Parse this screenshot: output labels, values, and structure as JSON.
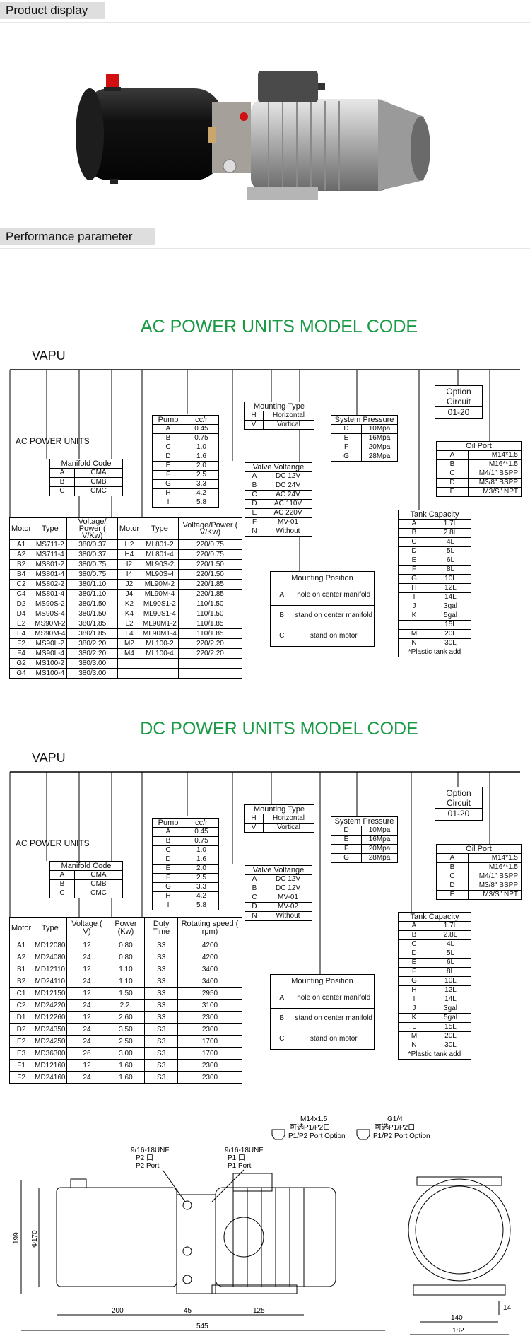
{
  "sections": {
    "product_display": "Product display",
    "performance": "Performance parameter"
  },
  "ac": {
    "title": "AC POWER UNITS MODEL CODE",
    "vapu": "VAPU",
    "units_label": "AC POWER UNITS",
    "option": {
      "title1": "Option",
      "title2": "Circuit",
      "value": "01-20"
    },
    "manifold": {
      "header": "Manifold Code",
      "rows": [
        [
          "A",
          "CMA"
        ],
        [
          "B",
          "CMB"
        ],
        [
          "C",
          "CMC"
        ]
      ]
    },
    "pump": {
      "headers": [
        "Pump",
        "cc/r"
      ],
      "rows": [
        [
          "A",
          "0.45"
        ],
        [
          "B",
          "0.75"
        ],
        [
          "C",
          "1.0"
        ],
        [
          "D",
          "1.6"
        ],
        [
          "E",
          "2.0"
        ],
        [
          "F",
          "2.5"
        ],
        [
          "G",
          "3.3"
        ],
        [
          "H",
          "4.2"
        ],
        [
          "I",
          "5.8"
        ]
      ]
    },
    "mounting_type": {
      "header": "Mounting Type",
      "rows": [
        [
          "H",
          "Horizontal"
        ],
        [
          "V",
          "Vortical"
        ]
      ]
    },
    "valve_voltage": {
      "header": "Valve Voltange",
      "rows": [
        [
          "A",
          "DC 12V"
        ],
        [
          "B",
          "DC 24V"
        ],
        [
          "C",
          "AC 24V"
        ],
        [
          "D",
          "AC 110V"
        ],
        [
          "E",
          "AC 220V"
        ],
        [
          "F",
          "MV-01"
        ],
        [
          "N",
          "Without"
        ]
      ]
    },
    "system_pressure": {
      "header": "System Pressure",
      "rows": [
        [
          "D",
          "10Mpa"
        ],
        [
          "E",
          "16Mpa"
        ],
        [
          "F",
          "20Mpa"
        ],
        [
          "G",
          "28Mpa"
        ]
      ]
    },
    "oil_port": {
      "header": "Oil Port",
      "rows": [
        [
          "A",
          "M14*1.5"
        ],
        [
          "B",
          "M16**1.5"
        ],
        [
          "C",
          "M4/1\" BSPP"
        ],
        [
          "D",
          "M3/8\" BSPP"
        ],
        [
          "E",
          "M3/S\" NPT"
        ]
      ]
    },
    "tank": {
      "header": "Tank Capacity",
      "rows": [
        [
          "A",
          "1.7L"
        ],
        [
          "B",
          "2.8L"
        ],
        [
          "C",
          "4L"
        ],
        [
          "D",
          "5L"
        ],
        [
          "E",
          "6L"
        ],
        [
          "F",
          "8L"
        ],
        [
          "G",
          "10L"
        ],
        [
          "H",
          "12L"
        ],
        [
          "I",
          "14L"
        ],
        [
          "J",
          "3gal"
        ],
        [
          "K",
          "5gal"
        ],
        [
          "L",
          "15L"
        ],
        [
          "M",
          "20L"
        ],
        [
          "N",
          "30L"
        ]
      ],
      "note": "*Plastic tank add"
    },
    "mounting_position": {
      "header": "Mounting Position",
      "rows": [
        [
          "A",
          "hole on center manifold"
        ],
        [
          "B",
          "stand on center manifold"
        ],
        [
          "C",
          "stand on motor"
        ]
      ]
    },
    "motor": {
      "headers": [
        "Motor",
        "Type",
        "Voltage/ Power ( V/Kw)",
        "Motor",
        "Type",
        "Voltage/Power ( V/Kw)"
      ],
      "rows": [
        [
          "A1",
          "MS711-2",
          "380/0.37",
          "H2",
          "ML801-2",
          "220/0.75"
        ],
        [
          "A2",
          "MS711-4",
          "380/0.37",
          "H4",
          "ML801-4",
          "220/0.75"
        ],
        [
          "B2",
          "MS801-2",
          "380/0.75",
          "I2",
          "ML90S-2",
          "220/1.50"
        ],
        [
          "B4",
          "MS801-4",
          "380/0.75",
          "I4",
          "ML90S-4",
          "220/1.50"
        ],
        [
          "C2",
          "MS802-2",
          "380/1.10",
          "J2",
          "ML90M-2",
          "220/1.85"
        ],
        [
          "C4",
          "MS801-4",
          "380/1.10",
          "J4",
          "ML90M-4",
          "220/1.85"
        ],
        [
          "D2",
          "MS90S-2",
          "380/1.50",
          "K2",
          "ML90S1-2",
          "110/1.50"
        ],
        [
          "D4",
          "MS90S-4",
          "380/1.50",
          "K4",
          "ML90S1-4",
          "110/1.50"
        ],
        [
          "E2",
          "MS90M-2",
          "380/1.85",
          "L2",
          "ML90M1-2",
          "110/1.85"
        ],
        [
          "E4",
          "MS90M-4",
          "380/1.85",
          "L4",
          "ML90M1-4",
          "110/1.85"
        ],
        [
          "F2",
          "MS90L-2",
          "380/2.20",
          "M2",
          "ML100-2",
          "220/2.20"
        ],
        [
          "F4",
          "MS90L-4",
          "380/2.20",
          "M4",
          "ML100-4",
          "220/2.20"
        ],
        [
          "G2",
          "MS100-2",
          "380/3.00",
          "",
          "",
          ""
        ],
        [
          "G4",
          "MS100-4",
          "380/3.00",
          "",
          "",
          ""
        ]
      ]
    }
  },
  "dc": {
    "title": "DC POWER UNITS MODEL CODE",
    "vapu": "VAPU",
    "units_label": "AC POWER UNITS",
    "option": {
      "title1": "Option",
      "title2": "Circuit",
      "value": "01-20"
    },
    "manifold": {
      "header": "Manifold Code",
      "rows": [
        [
          "A",
          "CMA"
        ],
        [
          "B",
          "CMB"
        ],
        [
          "C",
          "CMC"
        ]
      ]
    },
    "pump": {
      "headers": [
        "Pump",
        "cc/r"
      ],
      "rows": [
        [
          "A",
          "0.45"
        ],
        [
          "B",
          "0.75"
        ],
        [
          "C",
          "1.0"
        ],
        [
          "D",
          "1.6"
        ],
        [
          "E",
          "2.0"
        ],
        [
          "F",
          "2.5"
        ],
        [
          "G",
          "3.3"
        ],
        [
          "H",
          "4.2"
        ],
        [
          "I",
          "5.8"
        ]
      ]
    },
    "mounting_type": {
      "header": "Mounting Type",
      "rows": [
        [
          "H",
          "Horizontal"
        ],
        [
          "V",
          "Vortical"
        ]
      ]
    },
    "valve_voltage": {
      "header": "Valve Voltange",
      "rows": [
        [
          "A",
          "DC 12V"
        ],
        [
          "B",
          "DC 12V"
        ],
        [
          "C",
          "MV-01"
        ],
        [
          "D",
          "MV-02"
        ],
        [
          "N",
          "Without"
        ]
      ]
    },
    "system_pressure": {
      "header": "System Pressure",
      "rows": [
        [
          "D",
          "10Mpa"
        ],
        [
          "E",
          "16Mpa"
        ],
        [
          "F",
          "20Mpa"
        ],
        [
          "G",
          "28Mpa"
        ]
      ]
    },
    "oil_port": {
      "header": "Oil Port",
      "rows": [
        [
          "A",
          "M14*1.5"
        ],
        [
          "B",
          "M16**1.5"
        ],
        [
          "C",
          "M4/1\" BSPP"
        ],
        [
          "D",
          "M3/8\" BSPP"
        ],
        [
          "E",
          "M3/S\" NPT"
        ]
      ]
    },
    "tank": {
      "header": "Tank Capacity",
      "rows": [
        [
          "A",
          "1.7L"
        ],
        [
          "B",
          "2.8L"
        ],
        [
          "C",
          "4L"
        ],
        [
          "D",
          "5L"
        ],
        [
          "E",
          "6L"
        ],
        [
          "F",
          "8L"
        ],
        [
          "G",
          "10L"
        ],
        [
          "H",
          "12L"
        ],
        [
          "I",
          "14L"
        ],
        [
          "J",
          "3gal"
        ],
        [
          "K",
          "5gal"
        ],
        [
          "L",
          "15L"
        ],
        [
          "M",
          "20L"
        ],
        [
          "N",
          "30L"
        ]
      ],
      "note": "*Plastic tank add"
    },
    "mounting_position": {
      "header": "Mounting Position",
      "rows": [
        [
          "A",
          "hole on center manifold"
        ],
        [
          "B",
          "stand on center manifold"
        ],
        [
          "C",
          "stand on motor"
        ]
      ]
    },
    "motor": {
      "headers": [
        "Motor",
        "Type",
        "Voltage ( V)",
        "Power (Kw)",
        "Duty Time",
        "Rotating speed ( rpm)"
      ],
      "rows": [
        [
          "A1",
          "MD12080",
          "12",
          "0.80",
          "S3",
          "4200"
        ],
        [
          "A2",
          "MD24080",
          "24",
          "0.80",
          "S3",
          "4200"
        ],
        [
          "B1",
          "MD12110",
          "12",
          "1.10",
          "S3",
          "3400"
        ],
        [
          "B2",
          "MD24110",
          "24",
          "1.10",
          "S3",
          "3400"
        ],
        [
          "C1",
          "MD12150",
          "12",
          "1.50",
          "S3",
          "2950"
        ],
        [
          "C2",
          "MD24220",
          "24",
          "2.2.",
          "S3",
          "3100"
        ],
        [
          "D1",
          "MD12260",
          "12",
          "2.60",
          "S3",
          "2300"
        ],
        [
          "D2",
          "MD24350",
          "24",
          "3.50",
          "S3",
          "2300"
        ],
        [
          "E2",
          "MD24250",
          "24",
          "2.50",
          "S3",
          "1700"
        ],
        [
          "E3",
          "MD36300",
          "26",
          "3.00",
          "S3",
          "1700"
        ],
        [
          "F1",
          "MD12160",
          "12",
          "1.60",
          "S3",
          "2300"
        ],
        [
          "F2",
          "MD24160",
          "24",
          "1.60",
          "S3",
          "2300"
        ]
      ]
    }
  },
  "drawing": {
    "port_a_thread": "M14x1.5",
    "port_a_cn": "可选P1/P2口",
    "port_a_opt": "P1/P2 Port Option",
    "port_b_thread": "G1/4",
    "port_b_cn": "可选P1/P2口",
    "port_b_opt": "P1/P2 Port Option",
    "p2_thread": "9/16-18UNF",
    "p2_cn": "P2 口",
    "p2_label": "P2 Port",
    "p1_thread": "9/16-18UNF",
    "p1_cn": "P1 口",
    "p1_label": "P1 Port",
    "dim_199": "199",
    "dim_170": "Φ170",
    "dim_200": "200",
    "dim_45": "45",
    "dim_125": "125",
    "dim_545": "545",
    "dim_140": "140",
    "dim_14": "14",
    "dim_182": "182"
  }
}
